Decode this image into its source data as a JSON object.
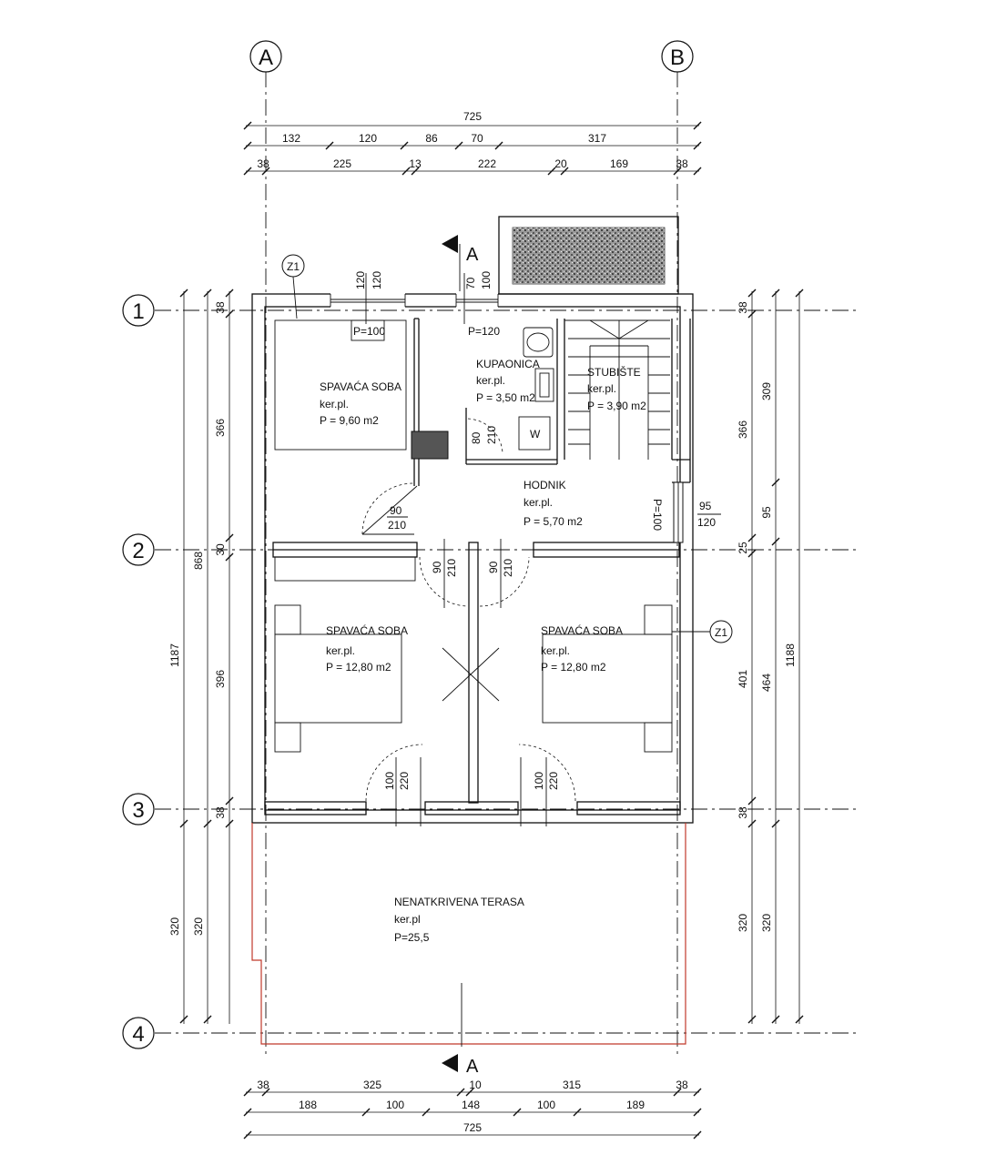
{
  "axes": {
    "vertical": [
      "A",
      "B"
    ],
    "horizontal": [
      "1",
      "2",
      "3",
      "4"
    ]
  },
  "dims_top": {
    "overall": "725",
    "row2": [
      "132",
      "120",
      "86",
      "70",
      "317"
    ],
    "row3": [
      "38",
      "225",
      "13",
      "222",
      "20",
      "169",
      "38"
    ]
  },
  "dims_bottom": {
    "overall": "725",
    "row1": [
      "38",
      "325",
      "10",
      "315",
      "38"
    ],
    "row2": [
      "188",
      "100",
      "148",
      "100",
      "189"
    ]
  },
  "dims_left": {
    "outer": [
      "1187",
      "320"
    ],
    "mid": [
      "868",
      "320"
    ],
    "inner": [
      "38",
      "366",
      "30",
      "396",
      "38"
    ]
  },
  "dims_right": {
    "inner": [
      "38",
      "366",
      "25",
      "401",
      "38",
      "320"
    ],
    "mid": [
      "309",
      "95",
      "464",
      "320"
    ],
    "outer": [
      "1188"
    ]
  },
  "rooms": [
    {
      "name": "SPAVAĆA SOBA",
      "floor": "ker.pl.",
      "area": "P = 9,60 m2"
    },
    {
      "name": "KUPAONICA",
      "floor": "ker.pl.",
      "area": "P = 3,50 m2"
    },
    {
      "name": "STUBIŠTE",
      "floor": "ker.pl.",
      "area": "P = 3,90 m2"
    },
    {
      "name": "HODNIK",
      "floor": "ker.pl.",
      "area": "P = 5,70 m2"
    },
    {
      "name": "SPAVAĆA SOBA",
      "floor": "ker.pl.",
      "area": "P = 12,80 m2"
    },
    {
      "name": "SPAVAĆA SOBA",
      "floor": "ker.pl.",
      "area": "P = 12,80 m2"
    },
    {
      "name": "NENATKRIVENA TERASA",
      "floor": "ker.pl",
      "area": "P=25,5"
    }
  ],
  "openings": {
    "w1_width": "120",
    "w1_height": "120",
    "w1_sill": "P=100",
    "w2_width": "70",
    "w2_height": "100",
    "w2_sill": "P=120",
    "w3_width": "95",
    "w3_height": "120",
    "w3_sill": "P=100",
    "d_hall_w": "90",
    "d_hall_h": "210",
    "d_bath_w": "80",
    "d_bath_h": "210",
    "d_left_w": "90",
    "d_left_h": "210",
    "d_right_w": "90",
    "d_right_h": "210",
    "d_ter_left_w": "100",
    "d_ter_left_h": "220",
    "d_ter_right_w": "100",
    "d_ter_right_h": "220"
  },
  "labels": {
    "wall_type_1": "Z1",
    "wall_type_2": "Z1",
    "washer": "W",
    "section_top": "A",
    "section_bottom": "A"
  }
}
